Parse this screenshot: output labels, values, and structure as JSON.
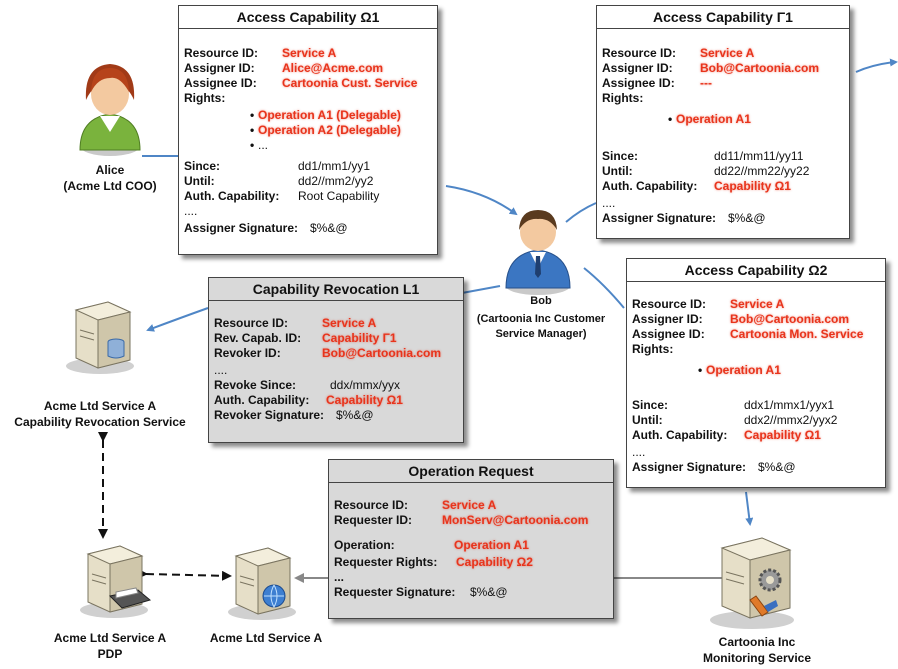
{
  "colors": {
    "arrow": "#4f86c6",
    "red_text": "#e8341c",
    "gray_box": "#d9d9d9"
  },
  "cards": {
    "omega1": {
      "title": "Access Capability Ω1",
      "resource_id_label": "Resource ID:",
      "resource_id": "Service A",
      "assigner_id_label": "Assigner ID:",
      "assigner_id": "Alice@Acme.com",
      "assignee_id_label": "Assignee ID:",
      "assignee_id": "Cartoonia Cust. Service",
      "rights_label": "Rights:",
      "rights": [
        "Operation A1 (Delegable)",
        "Operation A2 (Delegable)",
        "..."
      ],
      "since_label": "Since:",
      "since": "dd1/mm1/yy1",
      "until_label": "Until:",
      "until": "dd2//mm2/yy2",
      "auth_label": "Auth. Capability:",
      "auth": "Root Capability",
      "dots": "....",
      "signature_label": "Assigner Signature:",
      "signature": "$%&@"
    },
    "gamma1": {
      "title": "Access Capability Γ1",
      "resource_id_label": "Resource ID:",
      "resource_id": "Service A",
      "assigner_id_label": "Assigner ID:",
      "assigner_id": "Bob@Cartoonia.com",
      "assignee_id_label": "Assignee ID:",
      "assignee_id": "---",
      "rights_label": "Rights:",
      "rights": [
        "Operation A1"
      ],
      "since_label": "Since:",
      "since": "dd11/mm11/yy11",
      "until_label": "Until:",
      "until": "dd22//mm22/yy22",
      "auth_label": "Auth. Capability:",
      "auth": "Capability Ω1",
      "dots": "....",
      "signature_label": "Assigner Signature:",
      "signature": "$%&@"
    },
    "omega2": {
      "title": "Access Capability Ω2",
      "resource_id_label": "Resource ID:",
      "resource_id": "Service A",
      "assigner_id_label": "Assigner ID:",
      "assigner_id": "Bob@Cartoonia.com",
      "assignee_id_label": "Assignee ID:",
      "assignee_id": "Cartoonia Mon. Service",
      "rights_label": "Rights:",
      "rights": [
        "Operation A1"
      ],
      "since_label": "Since:",
      "since": "ddx1/mmx1/yyx1",
      "until_label": "Until:",
      "until": "ddx2//mmx2/yyx2",
      "auth_label": "Auth. Capability:",
      "auth": "Capability Ω1",
      "dots": "....",
      "signature_label": "Assigner Signature:",
      "signature": "$%&@"
    },
    "revocation": {
      "title": "Capability Revocation L1",
      "resource_id_label": "Resource ID:",
      "resource_id": "Service A",
      "rev_capab_label": "Rev. Capab. ID:",
      "rev_capab": "Capability Γ1",
      "revoker_id_label": "Revoker ID:",
      "revoker_id": "Bob@Cartoonia.com",
      "dots": "....",
      "revoke_since_label": "Revoke Since:",
      "revoke_since": "ddx/mmx/yyx",
      "auth_label": "Auth. Capability:",
      "auth": "Capability Ω1",
      "signature_label": "Revoker Signature:",
      "signature": "$%&@"
    },
    "request": {
      "title": "Operation Request",
      "resource_id_label": "Resource ID:",
      "resource_id": "Service A",
      "requester_id_label": "Requester ID:",
      "requester_id": "MonServ@Cartoonia.com",
      "operation_label": "Operation:",
      "operation": "Operation A1",
      "rights_label": "Requester Rights:",
      "rights": "Capability Ω2",
      "dots": "...",
      "signature_label": "Requester Signature:",
      "signature": "$%&@"
    }
  },
  "actors": {
    "alice": {
      "name": "Alice",
      "role": "(Acme Ltd COO)",
      "icon": "person-icon"
    },
    "bob": {
      "name": "Bob",
      "role_line1": "(Cartoonia Inc Customer",
      "role_line2": "Service Manager)",
      "icon": "person-icon"
    }
  },
  "servers": {
    "revocation_service": {
      "line1": "Acme Ltd Service A",
      "line2": "Capability Revocation Service",
      "icon": "database-server-icon"
    },
    "pdp": {
      "line1": "Acme Ltd Service A",
      "line2": "PDP",
      "icon": "printer-server-icon"
    },
    "service_a": {
      "line1": "Acme Ltd Service A",
      "icon": "globe-server-icon"
    },
    "monitoring": {
      "line1": "Cartoonia Inc",
      "line2": "Monitoring Service",
      "icon": "gear-server-icon"
    }
  }
}
